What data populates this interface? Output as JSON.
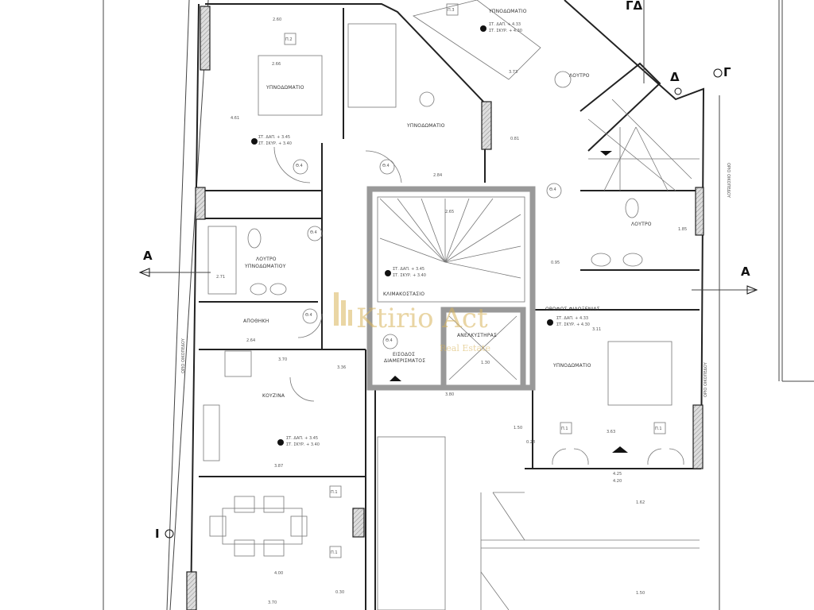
{
  "rooms": {
    "bedroom_top_left": "ΥΠΝΟΔΩΜΑΤΙΟ",
    "bedroom_top_mid": "ΥΠΝΟΔΩΜΑΤΙΟ",
    "bedroom_top_right": "ΥΠΝΟΔΩΜΑΤΙΟ",
    "bedroom_master": "ΥΠΝΟΔΩΜΑΤΙΟ",
    "bath_top_right": "ΛΟΥΤΡΟ",
    "bath_right": "ΛΟΥΤΡΟ",
    "bath_bedroom_1": "ΛΟΥΤΡΟ",
    "bath_bedroom_2": "ΥΠΝΟΔΩΜΑΤΙΟΥ",
    "storage": "ΑΠΟΘΗΚΗ",
    "stairwell": "ΚΛΙΜΑΚΟΣΤΑΣΙΟ",
    "entrance_1": "ΕΙΣΟΔΟΣ",
    "entrance_2": "ΔΙΑΜΕΡΙΣΜΑΤΟΣ",
    "elevator": "ΑΝΕΛΚΥΣΤΗΡΑΣ",
    "kitchen": "ΚΟΥΖΙΝΑ",
    "guest_floor": "ΟΡΟΦΟΣ ΦΙΛΟΞΕΝΙΑΣ"
  },
  "levels": {
    "floor_345": "ΣΤ. ΔΑΠ. + 3.45",
    "slab_340": "ΣΤ. ΣΚΥΡ. + 3.40",
    "floor_433": "ΣΤ. ΔΑΠ. + 4.33",
    "slab_430": "ΣΤ. ΣΚΥΡ. + 4.30"
  },
  "section_marks": {
    "a_left": "A",
    "a_right": "A",
    "gamma": "Γ",
    "delta": "Δ",
    "gamma_delta": "ΓΔ",
    "i_mark": "I"
  },
  "boundary": {
    "plot_limit": "ΟΡΙΟ ΟΙΚΟΠΕΔΟΥ"
  },
  "dimensions": [
    "2.60",
    "2.66",
    "4.61",
    "2.84",
    "2.71",
    "2.64",
    "3.70",
    "3.36",
    "3.87",
    "4.00",
    "3.70",
    "3.63",
    "4.25",
    "4.20",
    "1.62",
    "1.50",
    "3.73",
    "0.81",
    "0.95",
    "3.11",
    "1.85",
    "3.80",
    "1.30",
    "1.50",
    "0.30",
    "2.65",
    "0.28"
  ],
  "door_tags": [
    "Θ.4",
    "Θ.4",
    "Θ.4",
    "Θ.4",
    "Θ.4",
    "Θ.4",
    "Π.1",
    "Π.1",
    "Π.1",
    "Π.1",
    "Π.2",
    "Π.3"
  ],
  "watermark": {
    "brand": "Ktirio Act",
    "sub": "Real Estate"
  }
}
